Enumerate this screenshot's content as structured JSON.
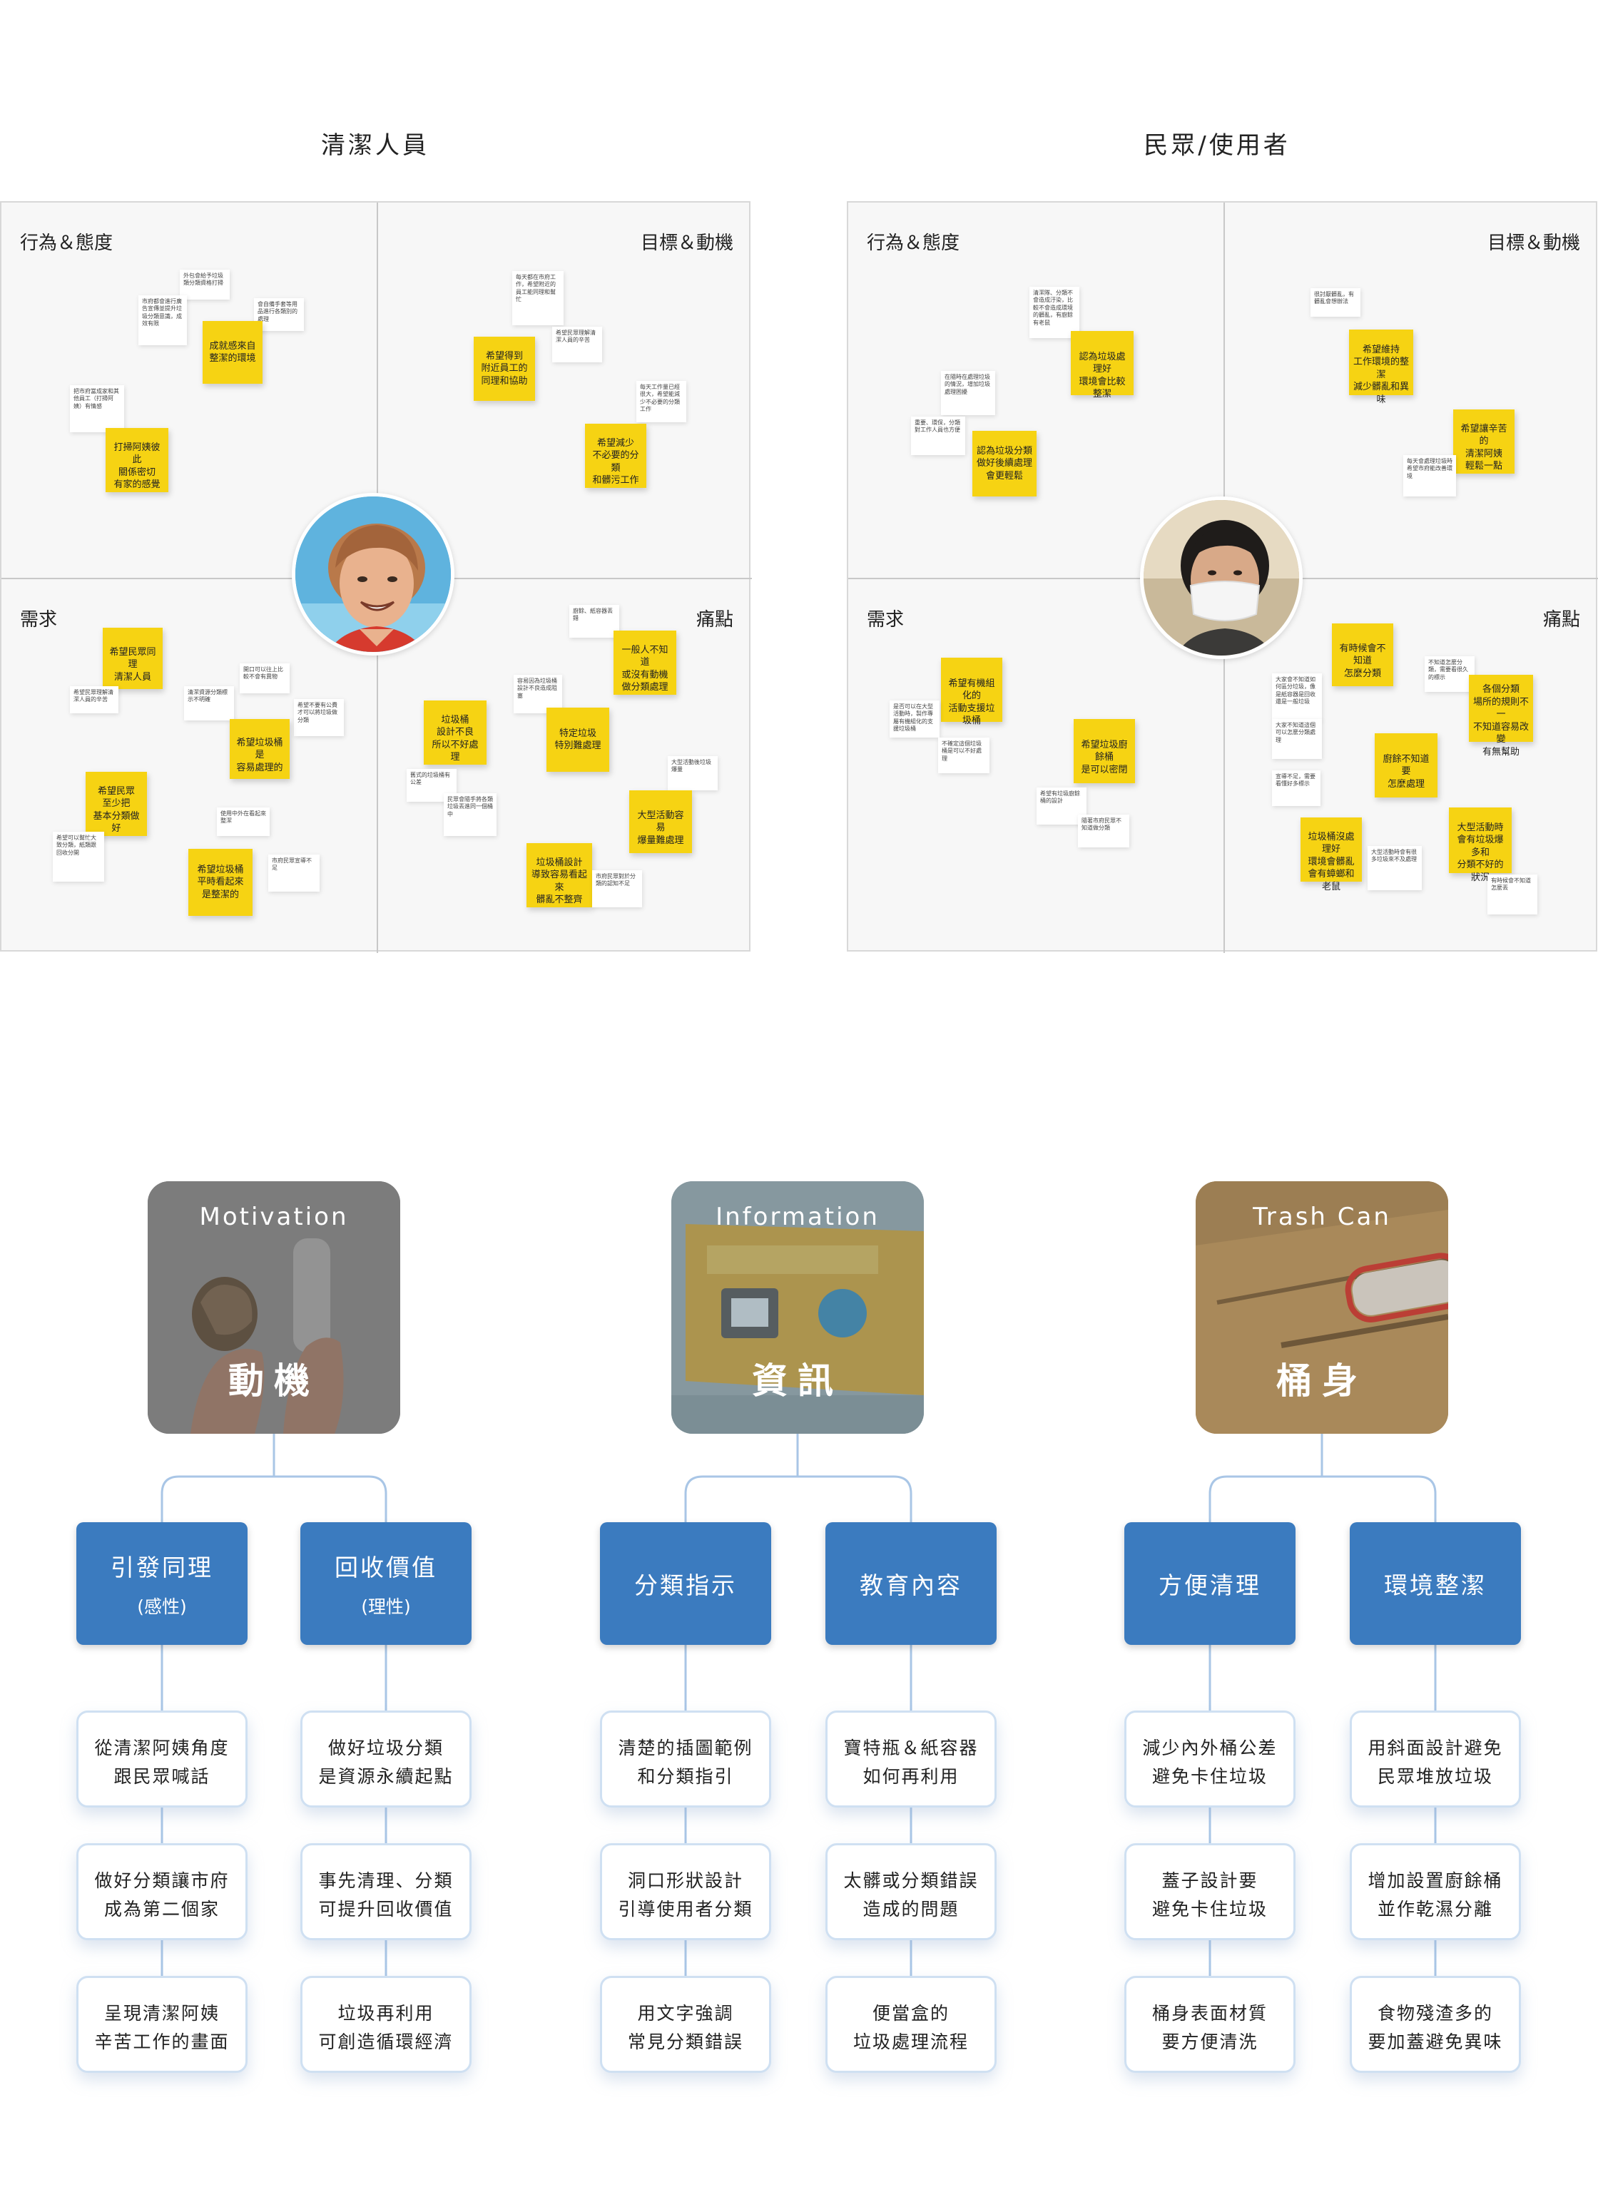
{
  "personas": [
    {
      "title": "清潔人員",
      "labels": {
        "tl": "行為＆態度",
        "tr": "目標＆動機",
        "bl": "需求",
        "br": "痛點"
      },
      "sticky_notes": {
        "tl": [
          "成就感來自\n整潔的環境",
          "打掃阿姨彼此\n關係密切\n有家的感覺"
        ],
        "tr": [
          "希望得到\n附近員工的\n同理和協助",
          "希望減少\n不必要的分類\n和髒污工作"
        ],
        "bl": [
          "希望民眾同理\n清潔人員",
          "希望垃圾桶是\n容易處理的",
          "希望民眾\n至少把\n基本分類做好",
          "希望垃圾桶\n平時看起來\n是整潔的"
        ],
        "br": [
          "一般人不知道\n或沒有動機\n做分類處理",
          "垃圾桶\n設計不良\n所以不好處理",
          "特定垃圾\n特別難處理",
          "大型活動容易\n爆量難處理",
          "垃圾桶設計\n導致容易看起來\n髒亂不整齊"
        ]
      },
      "small_notes": {
        "tl": [
          "外包會給予垃圾類分類資格打掃",
          "市府都會進行廣告宣傳並提升垃圾分類意識，成效有限",
          "會自備手套等用品進行各類別的處理",
          "把市府當成家和其他員工（打掃阿姨）有情感"
        ],
        "tr": [
          "每天都在市府工作，希望附近的員工能同理和幫忙",
          "希望民眾理解清潔人員的辛苦",
          "每天工作量已經很大，希望能減少不必要的分類工作"
        ],
        "bl": [
          "希望民眾理解清潔人員的辛苦",
          "清潔資源分類標示不明確",
          "開口可以往上比較不會有異物",
          "希望不要有公費才可以將垃圾做分類",
          "使用中外在看起來整潔",
          "希望可以幫忙大致分類，紙類跟回收分開",
          "市府民眾宣導不足"
        ],
        "br": [
          "廚餘、紙容器丟錯",
          "容易因為垃圾桶設計不良造成阻塞",
          "舊式的垃圾桶有公差",
          "民眾會隨手將各類垃圾丟進同一個桶中",
          "大型活動後垃圾爆量",
          "市府民眾對於分類的認知不足"
        ]
      }
    },
    {
      "title": "民眾/使用者",
      "labels": {
        "tl": "行為＆態度",
        "tr": "目標＆動機",
        "bl": "需求",
        "br": "痛點"
      },
      "sticky_notes": {
        "tl": [
          "認為垃圾處理好\n環境會比較整潔",
          "認為垃圾分類\n做好後續處理\n會更輕鬆"
        ],
        "tr": [
          "希望維持\n工作環境的整潔\n減少髒亂和異味",
          "希望讓辛苦的\n清潔阿姨\n輕鬆一點"
        ],
        "bl": [
          "希望有機組化的\n活動支援垃圾桶",
          "希望垃圾廚餘桶\n是可以密閉"
        ],
        "br": [
          "有時候會不知道\n怎麼分類",
          "各個分類\n場所的規則不一\n不知道容易改變\n有無幫助",
          "廚餘不知道要\n怎麼處理",
          "垃圾桶沒處理好\n環境會髒亂\n會有蟑螂和老鼠",
          "大型活動時\n會有垃圾爆多和\n分類不好的狀況"
        ]
      },
      "small_notes": {
        "tl": [
          "清潔隊、分類不會造成汙染，比較不會造成環境的髒亂，有廚餘有老鼠",
          "在隨時在處理垃圾的情況，增加垃圾處理困擾",
          "重要、環保，分類對工作人員也方便"
        ],
        "tr": [
          "很討厭髒亂，有髒亂會想辦法",
          "每天會處理垃圾時希望市府能改善環境"
        ],
        "bl": [
          "是否可以在大型活動時，製作專屬有機組化的支援垃圾桶",
          "不確定這個垃圾桶是可以不好處理",
          "希望有垃圾廚餘桶的設計",
          "隨著市府民眾不知道做分類"
        ],
        "br": [
          "大家會不知道如何區分垃圾，像是紙容器是回收還是一般垃圾",
          "不知道怎麼分類，需要看很久的標示",
          "大家不知道這個可以怎麼分類處理",
          "宣導不足，需要看懂好多標示",
          "大型活動時會有很多垃圾來不及處理",
          "有時候會不知道怎麼丟"
        ]
      }
    }
  ],
  "categories": [
    {
      "en": "Motivation",
      "zh": "動機",
      "children": [
        {
          "label": "引發同理",
          "sub": "(感性)",
          "leaves": [
            "從清潔阿姨角度\n跟民眾喊話",
            "做好分類讓市府\n成為第二個家",
            "呈現清潔阿姨\n辛苦工作的畫面"
          ]
        },
        {
          "label": "回收價值",
          "sub": "(理性)",
          "leaves": [
            "做好垃圾分類\n是資源永續起點",
            "事先清理、分類\n可提升回收價值",
            "垃圾再利用\n可創造循環經濟"
          ]
        }
      ]
    },
    {
      "en": "Information",
      "zh": "資訊",
      "children": [
        {
          "label": "分類指示",
          "sub": "",
          "leaves": [
            "清楚的插圖範例\n和分類指引",
            "洞口形狀設計\n引導使用者分類",
            "用文字強調\n常見分類錯誤"
          ]
        },
        {
          "label": "教育內容",
          "sub": "",
          "leaves": [
            "寶特瓶＆紙容器\n如何再利用",
            "太髒或分類錯誤\n造成的問題",
            "便當盒的\n垃圾處理流程"
          ]
        }
      ]
    },
    {
      "en": "Trash Can",
      "zh": "桶身",
      "children": [
        {
          "label": "方便清理",
          "sub": "",
          "leaves": [
            "減少內外桶公差\n避免卡住垃圾",
            "蓋子設計要\n避免卡住垃圾",
            "桶身表面材質\n要方便清洗"
          ]
        },
        {
          "label": "環境整潔",
          "sub": "",
          "leaves": [
            "用斜面設計避免\n民眾堆放垃圾",
            "增加設置廚餘桶\n並作乾濕分離",
            "食物殘渣多的\n要加蓋避免異味"
          ]
        }
      ]
    }
  ],
  "colors": {
    "sticky": "#f6d313",
    "node": "#3b7bbf",
    "leaf_border": "#cfe0f2",
    "connector": "#a9c6e6"
  }
}
